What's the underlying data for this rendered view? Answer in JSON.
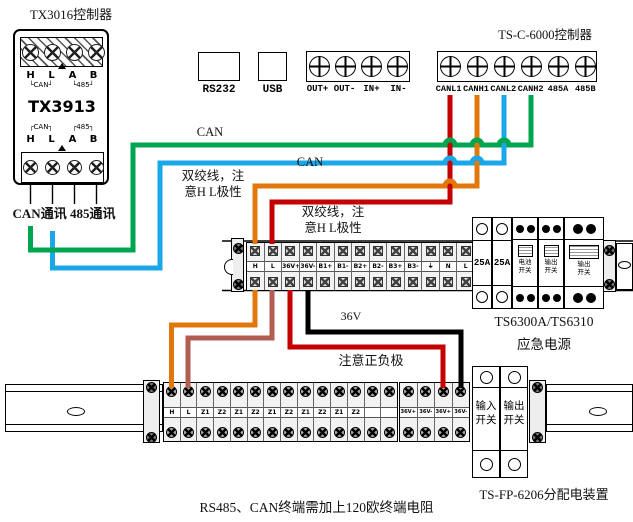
{
  "colors": {
    "wire_red": "#c40000",
    "wire_orange": "#e2780c",
    "wire_blue": "#1aa7e8",
    "wire_green": "#00a550",
    "wire_brown": "#b25d52",
    "wire_black": "#000000"
  },
  "tx3016": {
    "title": "TX3016控制器",
    "model": "TX3913",
    "pins_top": [
      "H",
      "L",
      "A",
      "B"
    ],
    "pins_bottom": [
      "H",
      "L",
      "A",
      "B"
    ],
    "bus_top": [
      "└CAN┘",
      "└485┘"
    ],
    "bus_bottom": [
      "┌CAN┐",
      "┌485┐"
    ],
    "caption": "CAN通讯 485通讯"
  },
  "ports": {
    "rs232_label": "RS232",
    "usb_label": "USB",
    "io_terminals": [
      "OUT+",
      "OUT-",
      "IN+",
      "IN-"
    ]
  },
  "tsc6000": {
    "title": "TS-C-6000控制器",
    "terminals": [
      "CANL1",
      "CANH1",
      "CANL2",
      "CANH2",
      "485A",
      "485B"
    ]
  },
  "annotations": {
    "can_upper": "CAN",
    "can_lower": "CAN",
    "twisted_upper_line1": "双绞线，注",
    "twisted_upper_line2": "意H L极性",
    "twisted_lower_line1": "双绞线，注",
    "twisted_lower_line2": "意H L极性",
    "v36": "36V",
    "polarity": "注意正负极",
    "footnote": "RS485、CAN终端需加上120欧终端电阻"
  },
  "power_strip": {
    "terminals": [
      "H",
      "L",
      "36V+",
      "36V-",
      "B1+",
      "B1-",
      "B2+",
      "B2-",
      "B3+",
      "B3-",
      "⏚",
      "N",
      "L"
    ],
    "breakers": [
      "25A",
      "25A"
    ],
    "switches": [
      {
        "line1": "电池",
        "line2": "开关"
      },
      {
        "line1": "输出",
        "line2": "开关"
      },
      {
        "line1": "输出",
        "line2": "开关"
      }
    ],
    "title_line1": "TS6300A/TS6310",
    "title_line2": "应急电源"
  },
  "dist_board": {
    "terminals": [
      "H",
      "L",
      "Z1",
      "Z2",
      "Z1",
      "Z2",
      "Z1",
      "Z2",
      "Z1",
      "Z2",
      "Z1",
      "Z2",
      "",
      ""
    ],
    "v_terminals": [
      "36V+",
      "36V-",
      "36V+",
      "36V-"
    ],
    "switches": [
      {
        "line1": "输入",
        "line2": "开关"
      },
      {
        "line1": "输出",
        "line2": "开关"
      }
    ],
    "title": "TS-FP-6206分配电装置"
  }
}
